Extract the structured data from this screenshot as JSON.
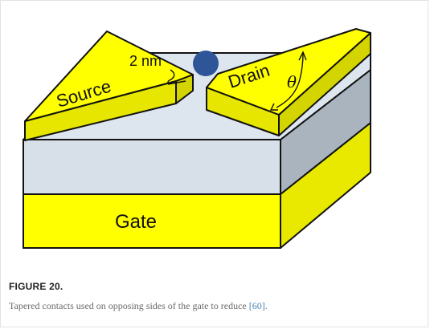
{
  "diagram": {
    "labels": {
      "source": "Source",
      "drain": "Drain",
      "gap": "2 nm",
      "angle": "θ",
      "gate": "Gate"
    }
  },
  "caption": {
    "label": "FIGURE 20.",
    "text": "Tapered contacts used on opposing sides of the gate to reduce ",
    "ref": "[60]",
    "tail": "."
  },
  "colors": {
    "yellow": "#ffff00",
    "dielectric_front": "#d7e0e9",
    "dielectric_top": "#dde6ee",
    "dielectric_side": "#a9b4bf",
    "molecule": "#2e5597",
    "outline": "#111111"
  }
}
